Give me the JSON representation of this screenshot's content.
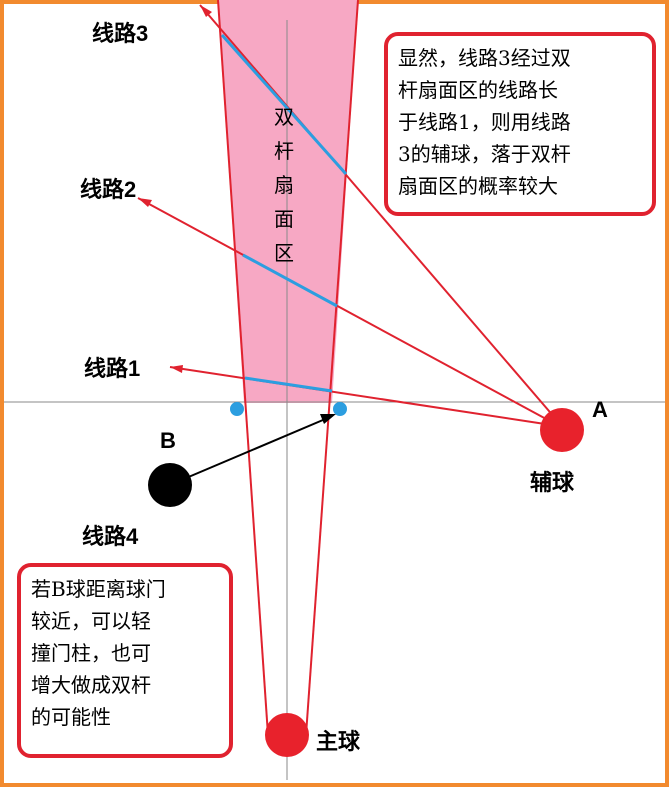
{
  "labels": {
    "route3": "线路3",
    "route2": "线路2",
    "route1": "线路1",
    "route4": "线路4",
    "ball_a": "A",
    "ball_b": "B",
    "aux_ball": "辅球",
    "main_ball": "主球"
  },
  "region": {
    "chars": [
      "双",
      "杆",
      "扇",
      "面",
      "区"
    ]
  },
  "note_top": {
    "lines": [
      "显然，线路3经过双",
      "杆扇面区的线路长",
      "于线路1，则用线路",
      "3的辅球，落于双杆",
      "扇面区的概率较大"
    ]
  },
  "note_bottom": {
    "lines": [
      "若B球距离球门",
      "较近，可以轻",
      "撞门柱，也可",
      "增大做成双杆",
      "的可能性"
    ]
  },
  "colors": {
    "frame": "#f28a2e",
    "accent_red": "#e0222f",
    "sector_fill": "#f7a8c4",
    "route_blue": "#2c9ee0",
    "ball_black": "#000000"
  }
}
